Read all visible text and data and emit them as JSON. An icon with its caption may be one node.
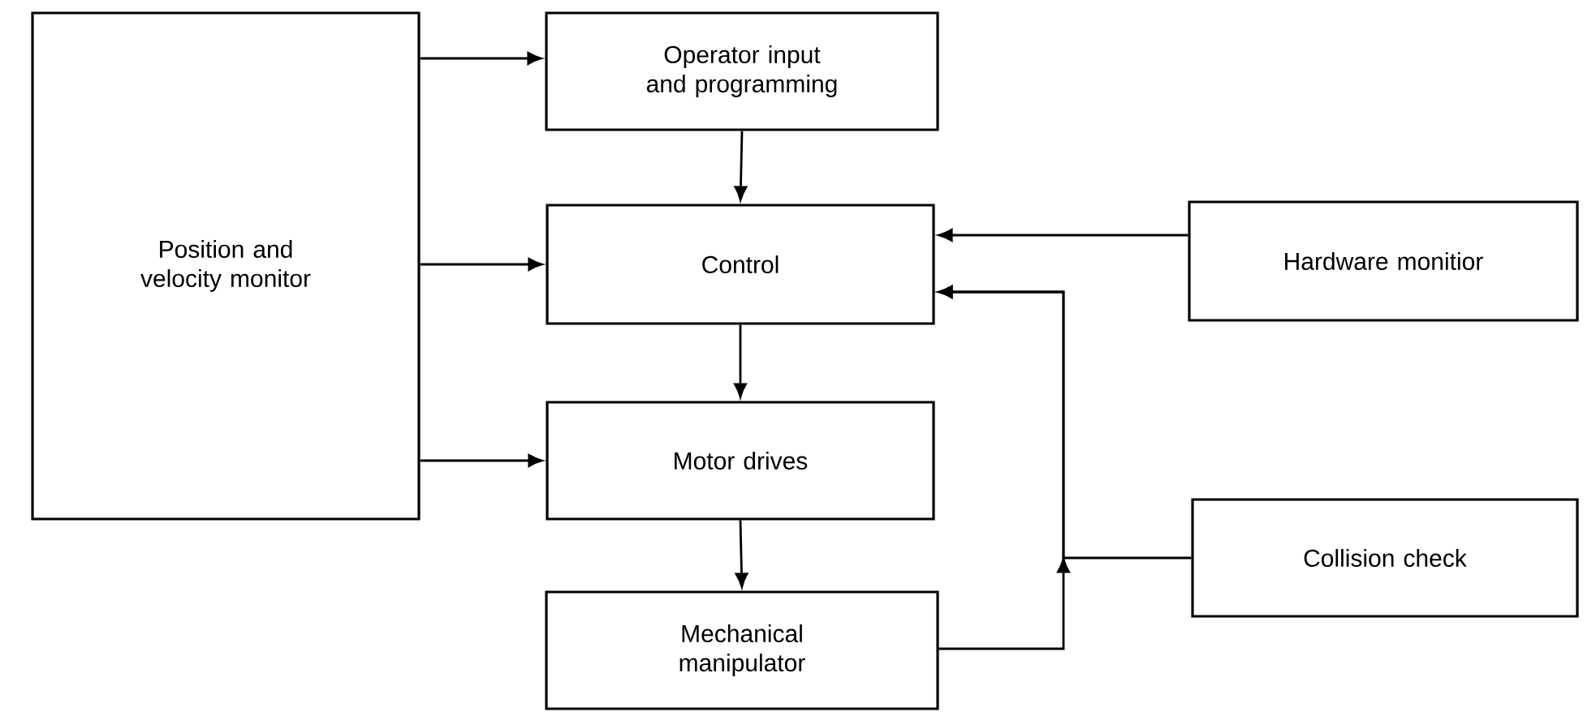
{
  "diagram": {
    "nodes": [
      {
        "text": [
          "Position and velocity monitor"
        ]
      },
      {
        "text": [
          "Operator input and programming"
        ]
      },
      {
        "text": [
          "Control"
        ]
      },
      {
        "text": [
          "Hardware monitior"
        ]
      },
      {
        "text": [
          "Motor drives"
        ]
      },
      {
        "text": [
          "Collision check"
        ]
      },
      {
        "text": [
          "Mechanical manipulator"
        ]
      }
    ],
    "edges": [
      {
        "from": 0,
        "to": 1,
        "arrow": "to"
      },
      {
        "from": 0,
        "to": 2,
        "arrow": "to"
      },
      {
        "from": 0,
        "to": 4,
        "arrow": "to"
      },
      {
        "from": 1,
        "to": 2,
        "arrow": "to"
      },
      {
        "from": 2,
        "to": 4,
        "arrow": "to"
      },
      {
        "from": 4,
        "to": 6,
        "arrow": "to"
      },
      {
        "from": 3,
        "to": 2,
        "arrow": "to"
      },
      {
        "from": 5,
        "to": 2,
        "arrow": "to"
      },
      {
        "from": 6,
        "to": 2,
        "arrow": "to"
      }
    ]
  }
}
